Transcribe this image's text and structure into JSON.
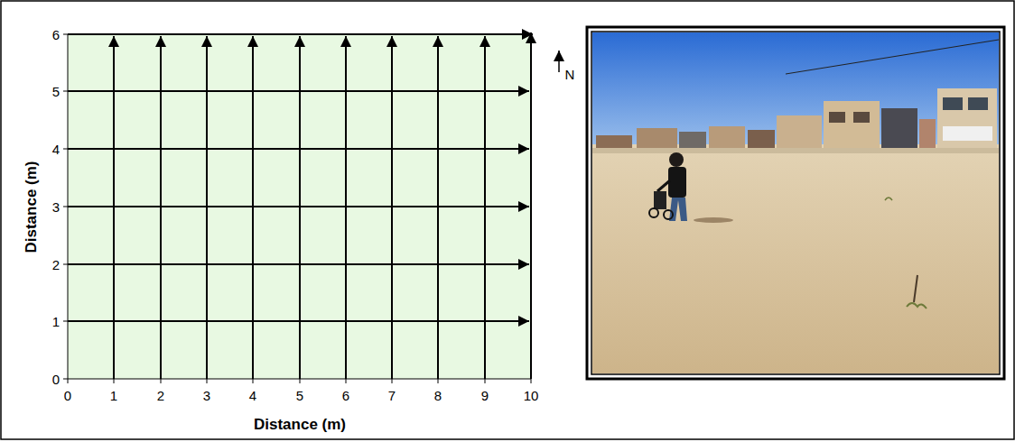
{
  "diagram": {
    "labels": [
      "Distance (m)",
      "6",
      "5",
      "4",
      "3",
      "2",
      "1",
      "0",
      "0",
      "1",
      "2",
      "3",
      "4",
      "5",
      "6",
      "7",
      "8",
      "9",
      "10",
      "Distance (m)",
      "N"
    ]
  }
}
